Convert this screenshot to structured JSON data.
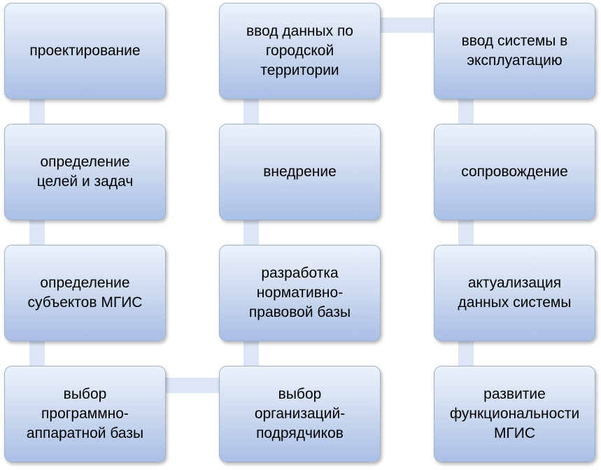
{
  "diagram": {
    "type": "process-flow",
    "nodes": [
      {
        "id": "n1",
        "label": "проектирование"
      },
      {
        "id": "n2",
        "label": "определение\nцелей и задач"
      },
      {
        "id": "n3",
        "label": "определение\nсубъектов МГИС"
      },
      {
        "id": "n4",
        "label": "выбор\nпрограммно-\nаппаратной базы"
      },
      {
        "id": "n5",
        "label": "выбор\nорганизаций-\nподрядчиков"
      },
      {
        "id": "n6",
        "label": "разработка\nнормативно-\nправовой базы"
      },
      {
        "id": "n7",
        "label": "внедрение"
      },
      {
        "id": "n8",
        "label": "ввод данных по\nгородской\nтерритории"
      },
      {
        "id": "n9",
        "label": "ввод системы в\nэксплуатацию"
      },
      {
        "id": "n10",
        "label": "сопровождение"
      },
      {
        "id": "n11",
        "label": "актуализация\nданных системы"
      },
      {
        "id": "n12",
        "label": "развитие\nфункциональности\nМГИС"
      }
    ],
    "edges": [
      {
        "from": "n1",
        "to": "n2"
      },
      {
        "from": "n2",
        "to": "n3"
      },
      {
        "from": "n3",
        "to": "n4"
      },
      {
        "from": "n4",
        "to": "n5"
      },
      {
        "from": "n5",
        "to": "n6"
      },
      {
        "from": "n6",
        "to": "n7"
      },
      {
        "from": "n7",
        "to": "n8"
      },
      {
        "from": "n8",
        "to": "n9"
      },
      {
        "from": "n9",
        "to": "n10"
      },
      {
        "from": "n10",
        "to": "n11"
      },
      {
        "from": "n11",
        "to": "n12"
      }
    ],
    "colors": {
      "node_top": "#ecf2fb",
      "node_bottom": "#a9bfe6",
      "node_border": "#9eb0c8",
      "connector": "#dce6f5"
    }
  }
}
